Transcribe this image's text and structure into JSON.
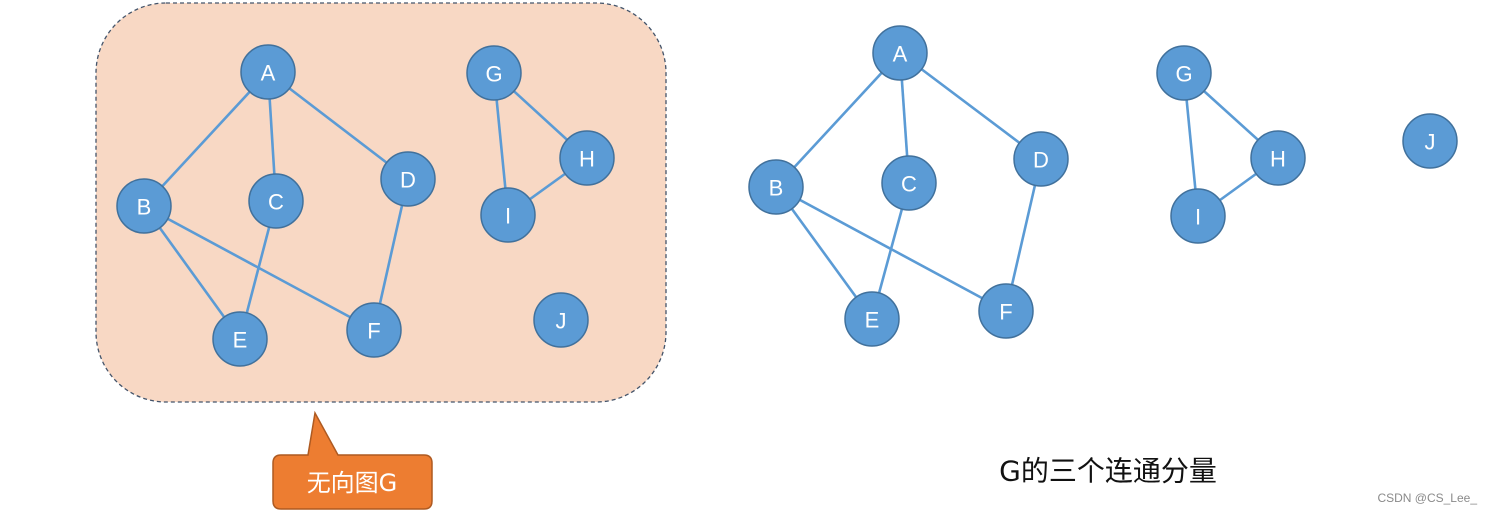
{
  "colors": {
    "node_fill": "#5b9bd5",
    "node_stroke": "#41719c",
    "edge": "#5b9bd5",
    "panel_fill": "#f8d8c4",
    "panel_stroke": "#44546a",
    "callout_fill": "#ed7d31",
    "callout_stroke": "#ae5a21"
  },
  "graph_g": {
    "nodes": [
      "A",
      "B",
      "C",
      "D",
      "E",
      "F",
      "G",
      "H",
      "I",
      "J"
    ],
    "edges": [
      [
        "A",
        "B"
      ],
      [
        "A",
        "C"
      ],
      [
        "A",
        "D"
      ],
      [
        "B",
        "E"
      ],
      [
        "B",
        "F"
      ],
      [
        "C",
        "E"
      ],
      [
        "D",
        "F"
      ],
      [
        "G",
        "H"
      ],
      [
        "G",
        "I"
      ],
      [
        "H",
        "I"
      ]
    ]
  },
  "components": {
    "nodes": [
      "A",
      "B",
      "C",
      "D",
      "E",
      "F",
      "G",
      "H",
      "I",
      "J"
    ],
    "edges": [
      [
        "A",
        "B"
      ],
      [
        "A",
        "C"
      ],
      [
        "A",
        "D"
      ],
      [
        "B",
        "E"
      ],
      [
        "B",
        "F"
      ],
      [
        "C",
        "E"
      ],
      [
        "D",
        "F"
      ],
      [
        "G",
        "H"
      ],
      [
        "G",
        "I"
      ],
      [
        "H",
        "I"
      ]
    ]
  },
  "callout_label": "无向图G",
  "caption": "G的三个连通分量",
  "watermark": "CSDN @CS_Lee_"
}
